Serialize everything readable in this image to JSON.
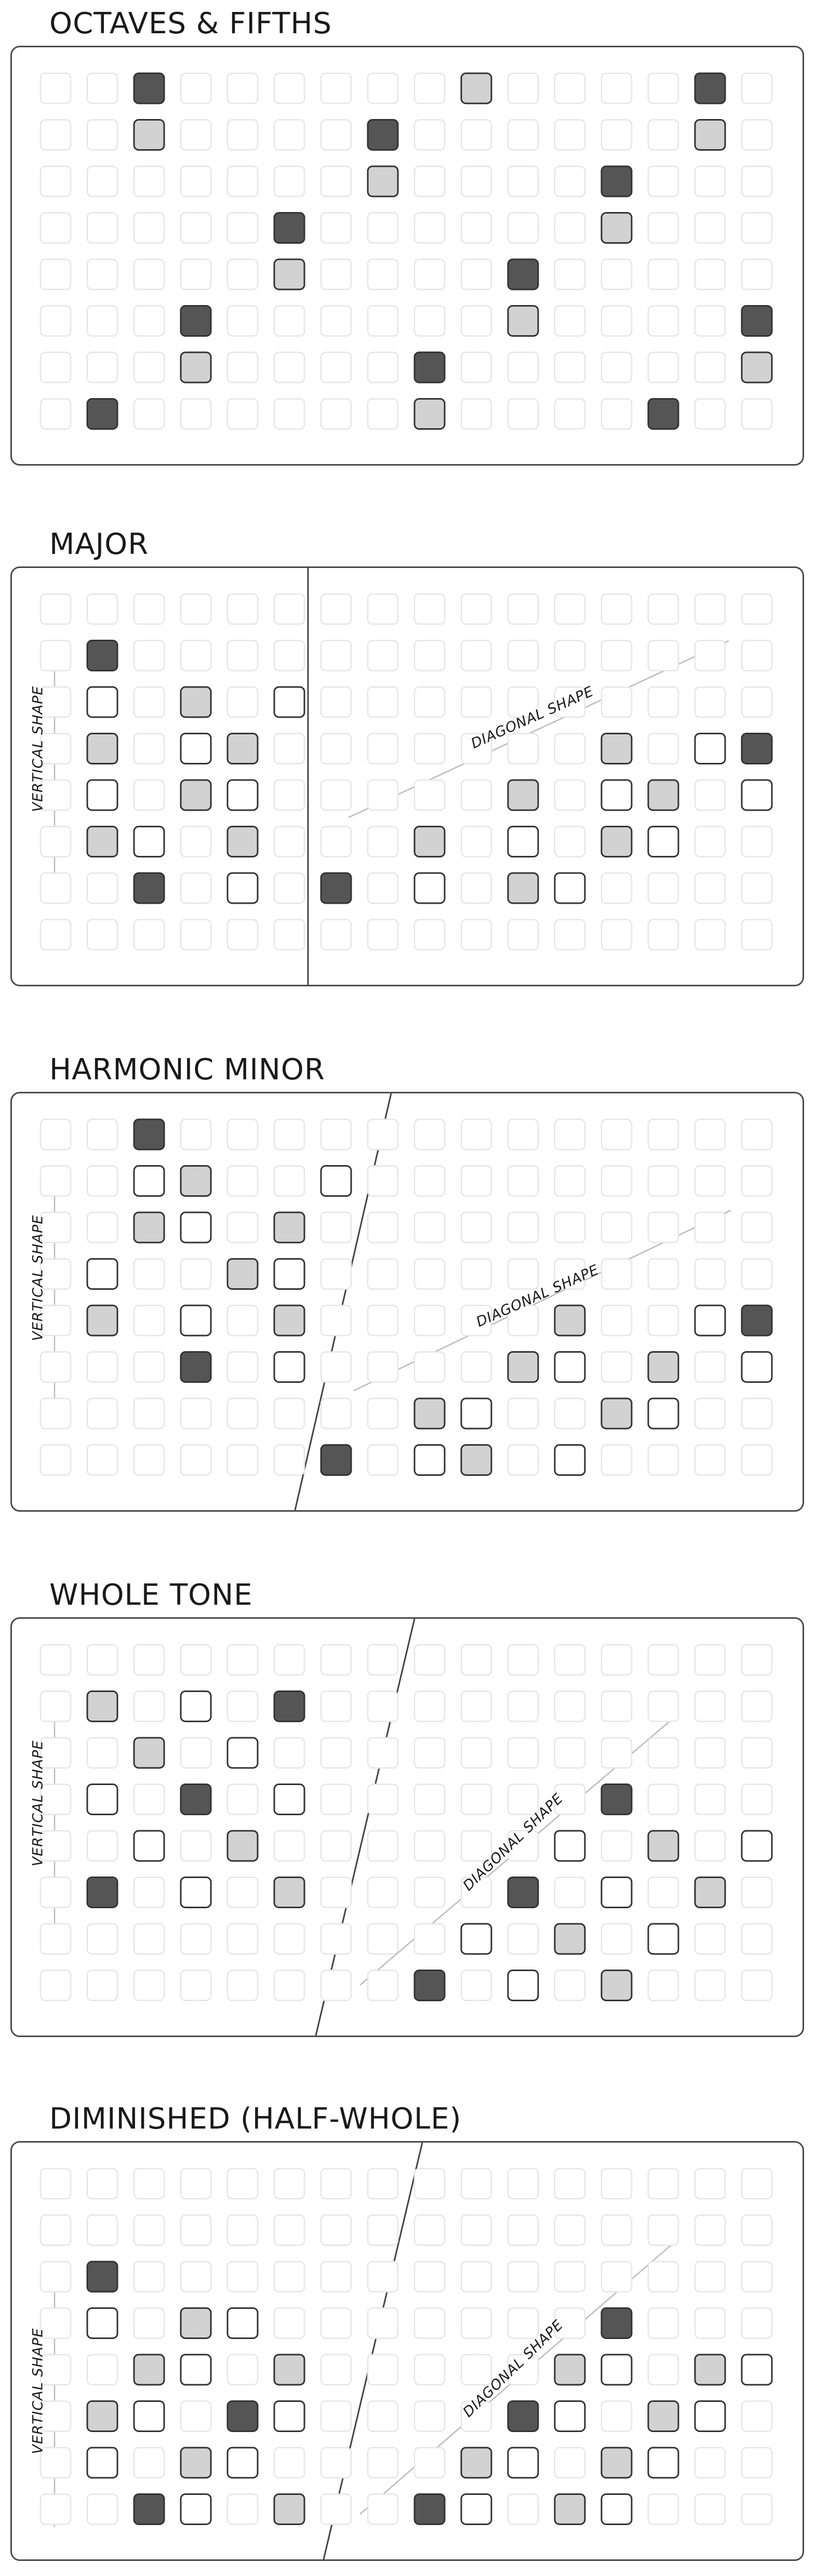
{
  "diagrams": [
    {
      "id": "octaves-fifths",
      "title": "OCTAVES & FIFTHS",
      "rows": [
        [
          0,
          0,
          3,
          0,
          0,
          0,
          0,
          0,
          0,
          2,
          0,
          0,
          0,
          0,
          3,
          0
        ],
        [
          0,
          0,
          2,
          0,
          0,
          0,
          0,
          3,
          0,
          0,
          0,
          0,
          0,
          0,
          2,
          0
        ],
        [
          0,
          0,
          0,
          0,
          0,
          0,
          0,
          2,
          0,
          0,
          0,
          0,
          3,
          0,
          0,
          0
        ],
        [
          0,
          0,
          0,
          0,
          0,
          3,
          0,
          0,
          0,
          0,
          0,
          0,
          2,
          0,
          0,
          0
        ],
        [
          0,
          0,
          0,
          0,
          0,
          2,
          0,
          0,
          0,
          0,
          3,
          0,
          0,
          0,
          0,
          0
        ],
        [
          0,
          0,
          0,
          3,
          0,
          0,
          0,
          0,
          0,
          0,
          2,
          0,
          0,
          0,
          0,
          3
        ],
        [
          0,
          0,
          0,
          2,
          0,
          0,
          0,
          0,
          3,
          0,
          0,
          0,
          0,
          0,
          0,
          2
        ],
        [
          0,
          3,
          0,
          0,
          0,
          0,
          0,
          0,
          2,
          0,
          0,
          0,
          0,
          3,
          0,
          0
        ]
      ]
    },
    {
      "id": "major",
      "title": "MAJOR",
      "vertical_label": "VERTICAL SHAPE",
      "diagonal_label": "DIAGONAL SHAPE",
      "rows": [
        [
          0,
          0,
          0,
          0,
          0,
          0,
          0,
          0,
          0,
          0,
          0,
          0,
          0,
          0,
          0,
          0
        ],
        [
          0,
          3,
          0,
          0,
          0,
          0,
          0,
          0,
          0,
          0,
          0,
          0,
          0,
          0,
          0,
          0
        ],
        [
          0,
          1,
          0,
          2,
          0,
          1,
          0,
          0,
          0,
          0,
          0,
          0,
          0,
          0,
          0,
          0
        ],
        [
          0,
          2,
          0,
          1,
          2,
          0,
          0,
          0,
          0,
          0,
          0,
          0,
          2,
          0,
          1,
          3
        ],
        [
          0,
          1,
          0,
          2,
          1,
          0,
          0,
          0,
          0,
          0,
          2,
          0,
          1,
          2,
          0,
          1
        ],
        [
          0,
          2,
          1,
          0,
          2,
          0,
          0,
          0,
          2,
          0,
          1,
          0,
          2,
          1,
          0,
          0
        ],
        [
          0,
          0,
          3,
          0,
          1,
          0,
          3,
          0,
          1,
          0,
          2,
          1,
          0,
          0,
          0,
          0
        ],
        [
          0,
          0,
          0,
          0,
          0,
          0,
          0,
          0,
          0,
          0,
          0,
          0,
          0,
          0,
          0,
          0
        ]
      ]
    },
    {
      "id": "harmonic-minor",
      "title": "HARMONIC MINOR",
      "vertical_label": "VERTICAL SHAPE",
      "diagonal_label": "DIAGONAL SHAPE",
      "rows": [
        [
          0,
          0,
          3,
          0,
          0,
          0,
          0,
          0,
          0,
          0,
          0,
          0,
          0,
          0,
          0,
          0
        ],
        [
          0,
          0,
          1,
          2,
          0,
          0,
          1,
          0,
          0,
          0,
          0,
          0,
          0,
          0,
          0,
          0
        ],
        [
          0,
          0,
          2,
          1,
          0,
          2,
          0,
          0,
          0,
          0,
          0,
          0,
          0,
          0,
          0,
          0
        ],
        [
          0,
          1,
          0,
          0,
          2,
          1,
          0,
          0,
          0,
          0,
          0,
          0,
          0,
          0,
          0,
          0
        ],
        [
          0,
          2,
          0,
          1,
          0,
          2,
          0,
          0,
          0,
          0,
          0,
          2,
          0,
          0,
          1,
          3
        ],
        [
          0,
          0,
          0,
          3,
          0,
          1,
          0,
          0,
          0,
          0,
          2,
          1,
          0,
          2,
          0,
          1
        ],
        [
          0,
          0,
          0,
          0,
          0,
          0,
          0,
          0,
          2,
          1,
          0,
          0,
          2,
          1,
          0,
          0
        ],
        [
          0,
          0,
          0,
          0,
          0,
          0,
          3,
          0,
          1,
          2,
          0,
          1,
          0,
          0,
          0,
          0
        ]
      ]
    },
    {
      "id": "whole-tone",
      "title": "WHOLE TONE",
      "vertical_label": "VERTICAL SHAPE",
      "diagonal_label": "DIAGONAL SHAPE",
      "rows": [
        [
          0,
          0,
          0,
          0,
          0,
          0,
          0,
          0,
          0,
          0,
          0,
          0,
          0,
          0,
          0,
          0
        ],
        [
          0,
          2,
          0,
          1,
          0,
          3,
          0,
          0,
          0,
          0,
          0,
          0,
          0,
          0,
          0,
          0
        ],
        [
          0,
          0,
          2,
          0,
          1,
          0,
          0,
          0,
          0,
          0,
          0,
          0,
          0,
          0,
          0,
          0
        ],
        [
          0,
          1,
          0,
          3,
          0,
          1,
          0,
          0,
          0,
          0,
          0,
          0,
          3,
          0,
          0,
          0
        ],
        [
          0,
          0,
          1,
          0,
          2,
          0,
          0,
          0,
          0,
          0,
          0,
          1,
          0,
          2,
          0,
          1
        ],
        [
          0,
          3,
          0,
          1,
          0,
          2,
          0,
          0,
          0,
          0,
          3,
          0,
          1,
          0,
          2,
          0
        ],
        [
          0,
          0,
          0,
          0,
          0,
          0,
          0,
          0,
          0,
          1,
          0,
          2,
          0,
          1,
          0,
          0
        ],
        [
          0,
          0,
          0,
          0,
          0,
          0,
          0,
          0,
          3,
          0,
          1,
          0,
          2,
          0,
          0,
          0
        ]
      ]
    },
    {
      "id": "diminished",
      "title": "DIMINISHED (HALF-WHOLE)",
      "vertical_label": "VERTICAL SHAPE",
      "diagonal_label": "DIAGONAL SHAPE",
      "rows": [
        [
          0,
          0,
          0,
          0,
          0,
          0,
          0,
          0,
          0,
          0,
          0,
          0,
          0,
          0,
          0,
          0
        ],
        [
          0,
          0,
          0,
          0,
          0,
          0,
          0,
          0,
          0,
          0,
          0,
          0,
          0,
          0,
          0,
          0
        ],
        [
          0,
          3,
          0,
          0,
          0,
          0,
          0,
          0,
          0,
          0,
          0,
          0,
          0,
          0,
          0,
          0
        ],
        [
          0,
          1,
          0,
          2,
          1,
          0,
          0,
          0,
          0,
          0,
          0,
          0,
          3,
          0,
          0,
          0
        ],
        [
          0,
          0,
          2,
          1,
          0,
          2,
          0,
          0,
          0,
          0,
          0,
          2,
          1,
          0,
          2,
          1
        ],
        [
          0,
          2,
          1,
          0,
          3,
          1,
          0,
          0,
          0,
          0,
          3,
          1,
          0,
          2,
          1,
          0
        ],
        [
          0,
          1,
          0,
          2,
          1,
          0,
          0,
          0,
          0,
          2,
          1,
          0,
          2,
          1,
          0,
          0
        ],
        [
          0,
          0,
          3,
          1,
          0,
          2,
          0,
          0,
          3,
          1,
          0,
          2,
          1,
          0,
          0,
          0
        ]
      ]
    }
  ],
  "colors": {
    "dark": "#555555",
    "light": "#d2d2d2",
    "outline": "#333333",
    "inactive": "#e6e6e6",
    "divider": "#444444",
    "guide": "#bbbbbb"
  }
}
